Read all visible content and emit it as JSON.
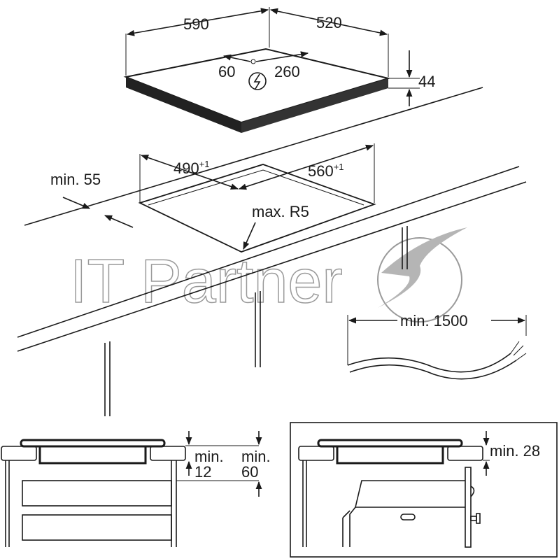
{
  "hob": {
    "width": "590",
    "depth": "520",
    "cable_offset_left": "60",
    "cable_offset_back": "260",
    "height": "44"
  },
  "cutout": {
    "width": "490",
    "width_tol": "+1",
    "depth": "560",
    "depth_tol": "+1",
    "edge_distance": "min. 55",
    "corner_radius": "max. R5"
  },
  "cable": {
    "length": "min. 1500"
  },
  "section_drawer": {
    "gap": "min.",
    "gap_value": "12",
    "drawer_gap": "min.",
    "drawer_gap_value": "60"
  },
  "section_oven": {
    "gap": "min. 28"
  },
  "watermark": "IT Partner",
  "colors": {
    "line": "#1a1a1a",
    "watermark": "#9a9a9a"
  }
}
